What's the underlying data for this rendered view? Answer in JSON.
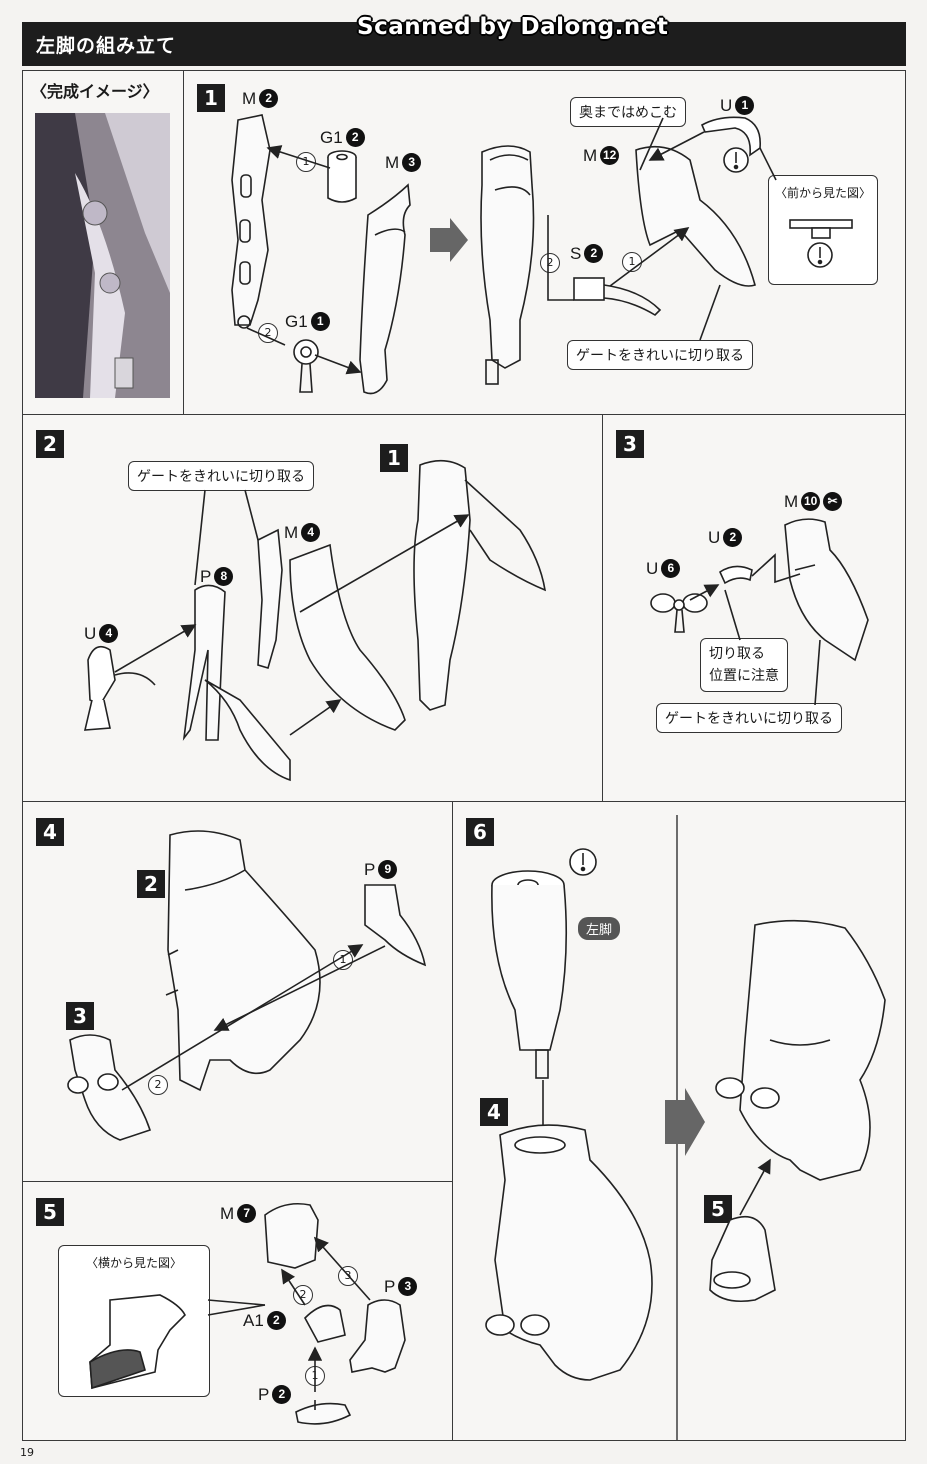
{
  "header": {
    "title": "左脚の組み立て",
    "watermark": "Scanned by Dalong.net"
  },
  "preview": {
    "label": "〈完成イメージ〉"
  },
  "steps": {
    "s1": {
      "num": "1",
      "parts": {
        "m2": "M",
        "m2n": "2",
        "g12": "G1",
        "g12n": "2",
        "m3": "M",
        "m3n": "3",
        "g11": "G1",
        "g11n": "1",
        "m12": "M",
        "m12n": "12",
        "u1": "U",
        "u1n": "1",
        "s2": "S",
        "s2n": "2"
      },
      "order": {
        "a": "1",
        "b": "2",
        "c": "2",
        "d": "1"
      },
      "notes": {
        "press": "奥まではめこむ",
        "front": "〈前から見た図〉",
        "gate": "ゲートをきれいに切り取る"
      }
    },
    "s2": {
      "num": "2",
      "ref": "1",
      "parts": {
        "p8": "P",
        "p8n": "8",
        "m4": "M",
        "m4n": "4",
        "u4": "U",
        "u4n": "4"
      },
      "notes": {
        "gate": "ゲートをきれいに切り取る"
      }
    },
    "s3": {
      "num": "3",
      "parts": {
        "m10": "M",
        "m10n": "10",
        "u2": "U",
        "u2n": "2",
        "u6": "U",
        "u6n": "6"
      },
      "notes": {
        "cut1": "切り取る",
        "cut2": "位置に注意",
        "gate": "ゲートをきれいに切り取る"
      }
    },
    "s4": {
      "num": "4",
      "ref2": "2",
      "ref3": "3",
      "parts": {
        "p9": "P",
        "p9n": "9"
      },
      "order": {
        "a": "1",
        "b": "2"
      }
    },
    "s5": {
      "num": "5",
      "parts": {
        "m7": "M",
        "m7n": "7",
        "a12": "A1",
        "a12n": "2",
        "p3": "P",
        "p3n": "3",
        "p2": "P",
        "p2n": "2"
      },
      "order": {
        "a": "1",
        "b": "2",
        "c": "3"
      },
      "notes": {
        "side": "〈横から見た図〉"
      }
    },
    "s6": {
      "num": "6",
      "ref4": "4",
      "ref5": "5",
      "tag": "左脚"
    }
  },
  "page": {
    "number": "19"
  }
}
